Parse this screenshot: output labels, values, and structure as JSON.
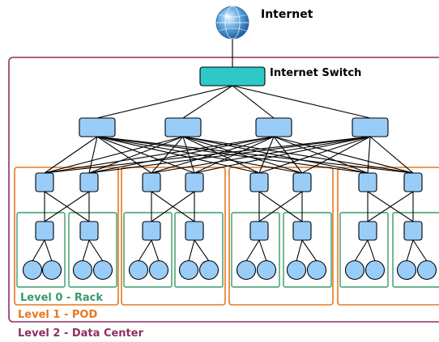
{
  "labels": {
    "internet": "Internet",
    "internet_switch": "Internet Switch",
    "level0": "Level 0 - Rack",
    "level1": "Level 1 - POD",
    "level2": "Level 2 - Data Center"
  },
  "colors": {
    "datacenter_border": "#8e2f62",
    "pod_border": "#e8781e",
    "rack_border": "#3a9a6a",
    "switch_fill": "#99cdf8",
    "internet_switch_fill": "#2ec8c8",
    "node_fill": "#99cdf8",
    "level0_text": "#3a9a6a",
    "level1_text": "#e8781e",
    "level2_text": "#8e2f62"
  },
  "icons": {
    "internet": "globe-icon"
  }
}
